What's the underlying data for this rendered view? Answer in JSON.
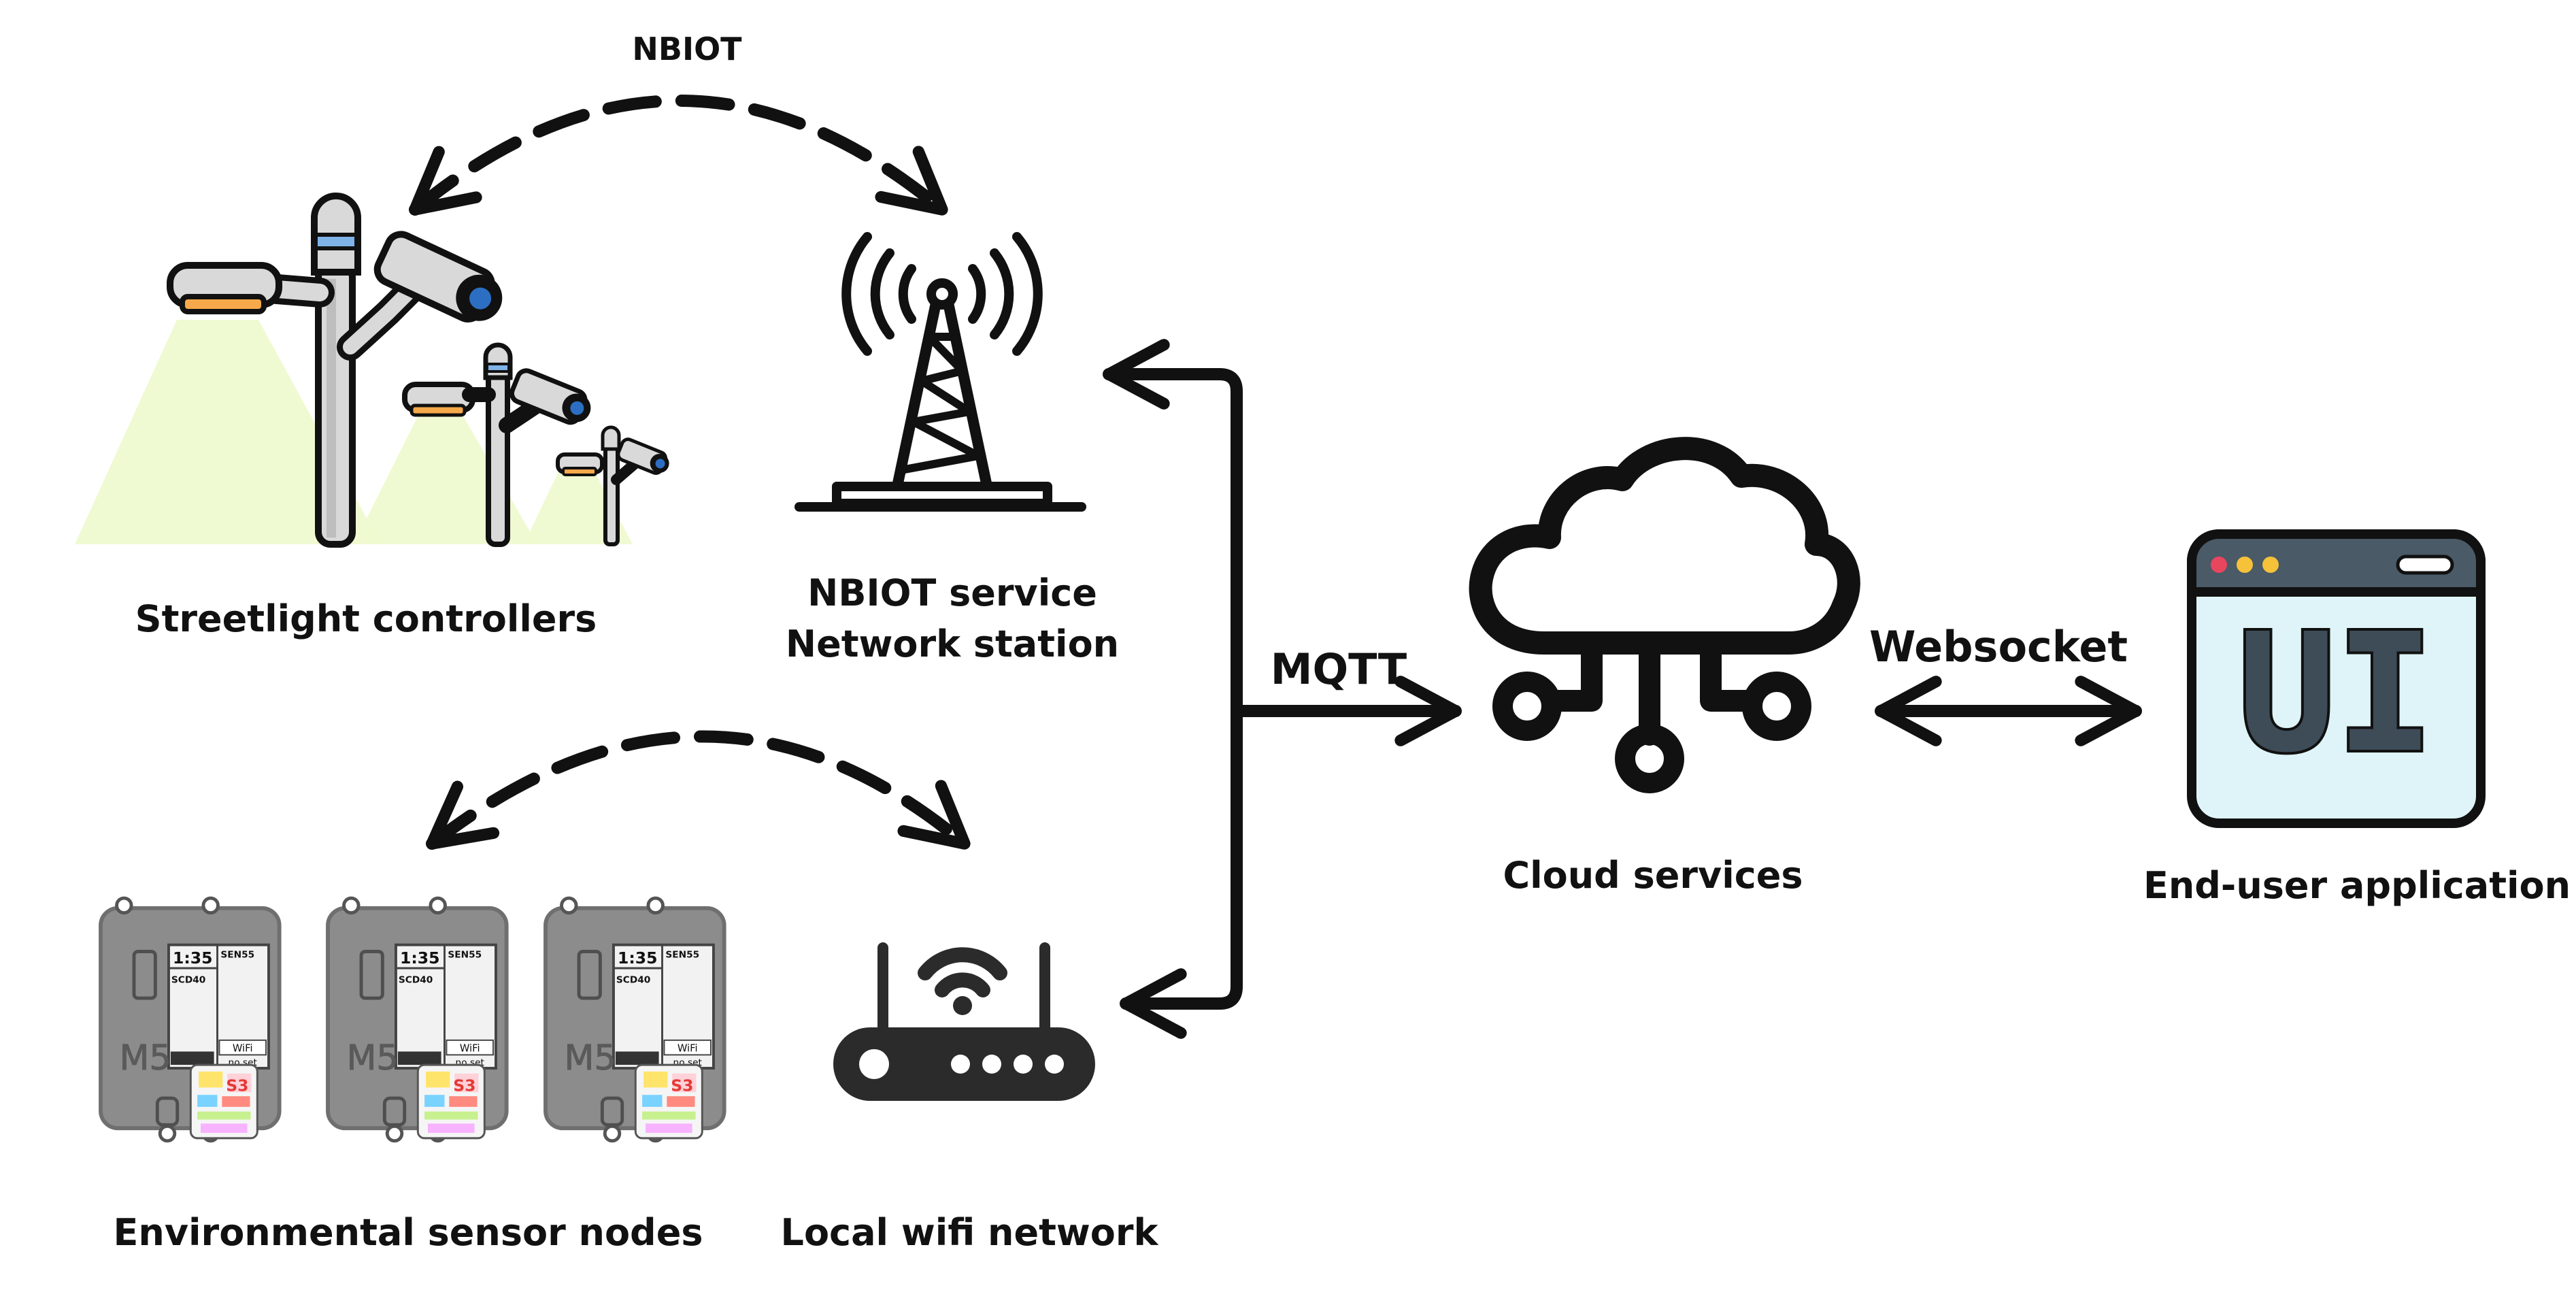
{
  "labels": {
    "nbiot_link": "NBIOT",
    "streetlight": "Streetlight controllers",
    "nbiot_station_line1": "NBIOT service",
    "nbiot_station_line2": "Network station",
    "mqtt": "MQTT",
    "cloud": "Cloud services",
    "websocket": "Websocket",
    "end_user": "End-user application",
    "sensor_nodes": "Environmental sensor nodes",
    "wifi": "Local wifi network"
  },
  "ui_window": {
    "text": "UI"
  },
  "sensor_device": {
    "brand": "M5",
    "time": "1:35",
    "sensor_a": "SCD40",
    "sensor_b": "SEN55",
    "wifi_label": "WiFi",
    "wifi_status": "no set",
    "module_label": "S3"
  },
  "colors": {
    "stroke": "#111111",
    "lamp_amber": "#f6a94a",
    "light_cone": "#eefad0",
    "camera_blue": "#2c6fc2",
    "window_bg": "#dff4f8",
    "window_titlebar": "#4a5a66",
    "window_text": "#3d4c57",
    "device_gray": "#8c8c8c",
    "router": "#2b2b2b"
  }
}
